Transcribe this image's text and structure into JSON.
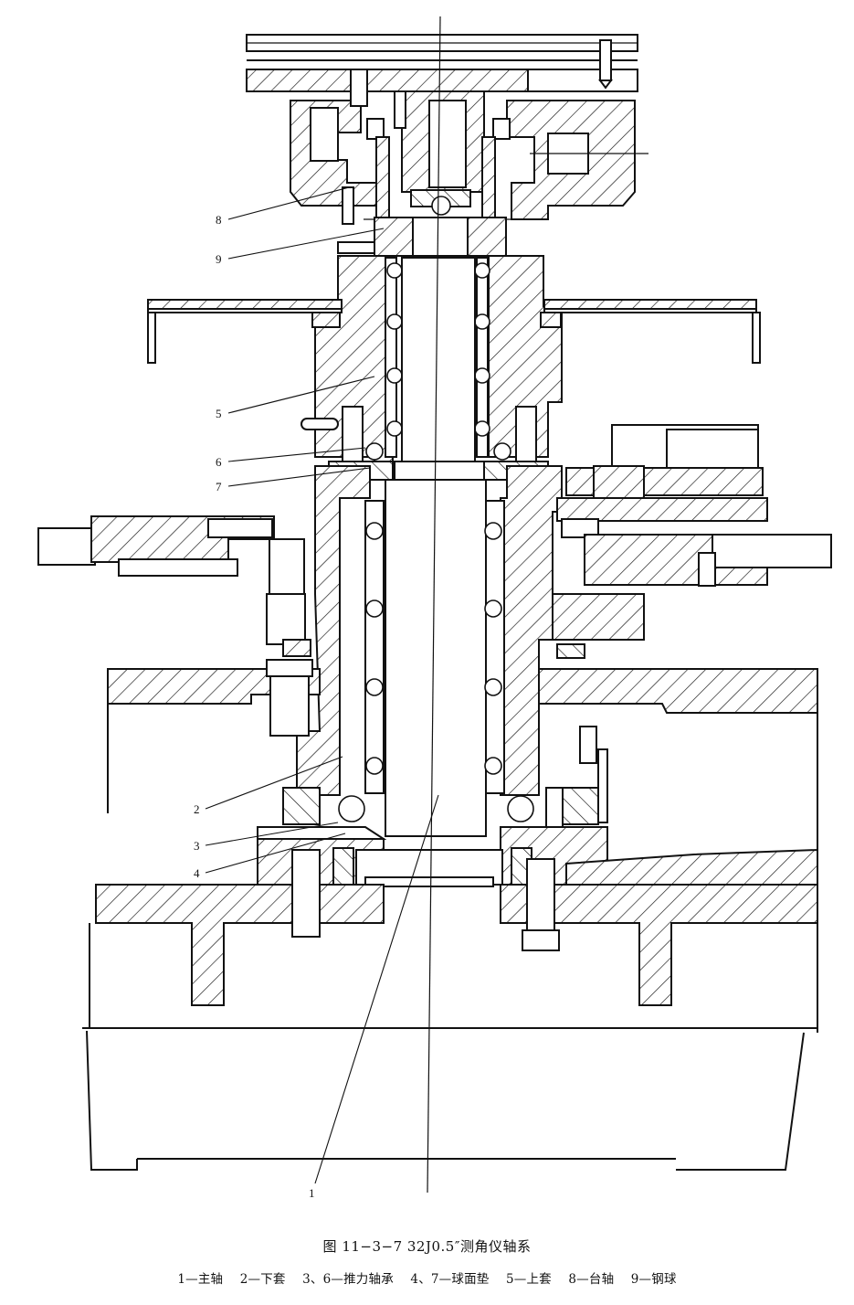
{
  "figure": {
    "caption": "图 11−3−7   32J0.5″测角仪轴系",
    "part_labels": [
      "8",
      "9",
      "5",
      "6",
      "7",
      "2",
      "3",
      "4",
      "1"
    ],
    "legend": [
      "1—主轴",
      "2—下套",
      "3、6—推力轴承",
      "4、7—球面垫",
      "5—上套",
      "8—台轴",
      "9—钢球"
    ]
  }
}
